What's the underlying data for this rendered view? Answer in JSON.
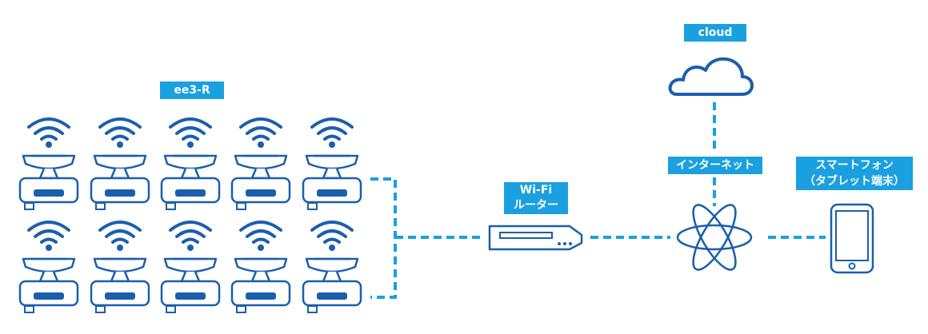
{
  "labels": {
    "device": "ee3-R",
    "cloud": "cloud",
    "internet": "インターネット",
    "router_line1": "Wi-Fi",
    "router_line2": "ルーター",
    "phone_line1": "スマートフォン",
    "phone_line2": "（タブレット端末）"
  },
  "devices": {
    "rows": 2,
    "columns": 5
  },
  "colors": {
    "accent": "#1aa0e0",
    "icon": "#1a5fad",
    "label_text": "#ffffff"
  },
  "icons": [
    "wifi-signal-icon",
    "robot-device-icon",
    "wifi-router-icon",
    "cloud-icon",
    "internet-globe-icon",
    "smartphone-icon"
  ]
}
